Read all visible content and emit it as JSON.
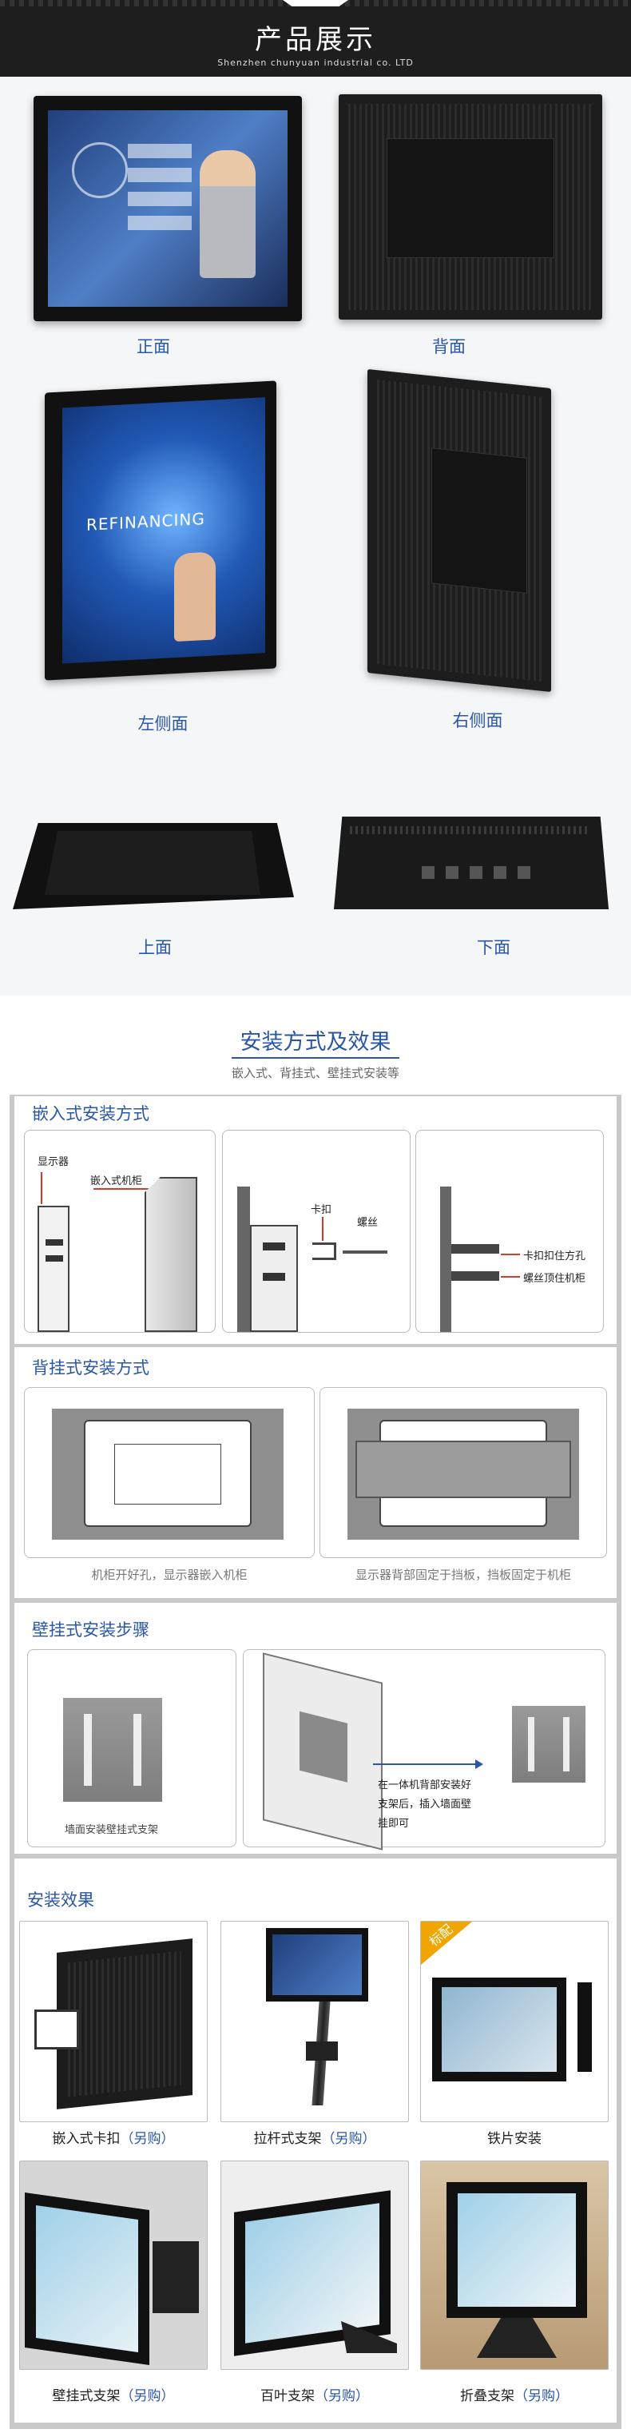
{
  "header": {
    "title": "产品展示",
    "subtitle": "Shenzhen chunyuan industrial co. LTD"
  },
  "views": {
    "front": "正面",
    "back": "背面",
    "left": "左侧面",
    "right": "右侧面",
    "top": "上面",
    "bottom": "下面",
    "screen_text": "REFINANCING"
  },
  "install": {
    "title": "安装方式及效果",
    "subtitle": "嵌入式、背挂式、壁挂式安装等",
    "embedded": {
      "heading": "嵌入式安装方式",
      "display": "显示器",
      "cabinet": "嵌入式机柜",
      "clip": "卡扣",
      "screw": "螺丝",
      "clip_hold": "卡扣扣住方孔",
      "screw_top": "螺丝顶住机柜"
    },
    "backmount": {
      "heading": "背挂式安装方式",
      "caption1": "机柜开好孔，显示器嵌入机柜",
      "caption2": "显示器背部固定于挡板，挡板固定于机柜"
    },
    "wall": {
      "heading": "壁挂式安装步骤",
      "caption1": "墙面安装壁挂式支架",
      "note_line1": "在一体机背部安装好",
      "note_line2": "支架后，插入墙面壁",
      "note_line3": "挂即可"
    },
    "effect": {
      "heading": "安装效果",
      "badge": "标配",
      "extra": "（另购）",
      "items": [
        "嵌入式卡扣",
        "拉杆式支架",
        "铁片安装",
        "壁挂式支架",
        "百叶支架",
        "折叠支架"
      ]
    }
  },
  "colors": {
    "accent": "#2a56a8",
    "red": "#d83a2e",
    "badge": "#f0a500"
  }
}
